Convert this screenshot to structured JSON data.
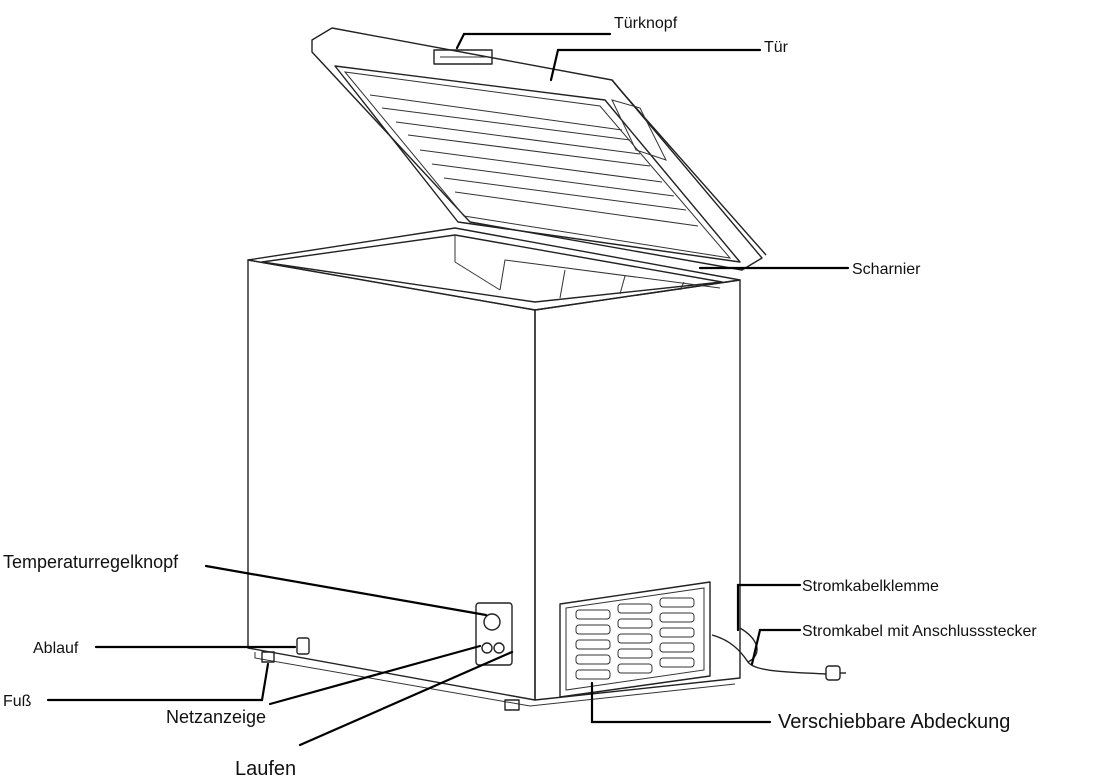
{
  "labels": {
    "door_handle": "Türknopf",
    "door": "Tür",
    "hinge": "Scharnier",
    "temperature_knob": "Temperaturregelknopf",
    "drain": "Ablauf",
    "foot": "Fuß",
    "power_indicator": "Netzanzeige",
    "running": "Laufen",
    "sliding_cover": "Verschiebbare Abdeckung",
    "cable_clamp": "Stromkabelklemme",
    "power_cable": "Stromkabel mit Anschlussstecker"
  },
  "colors": {
    "ink": "#222222",
    "background": "#ffffff"
  }
}
